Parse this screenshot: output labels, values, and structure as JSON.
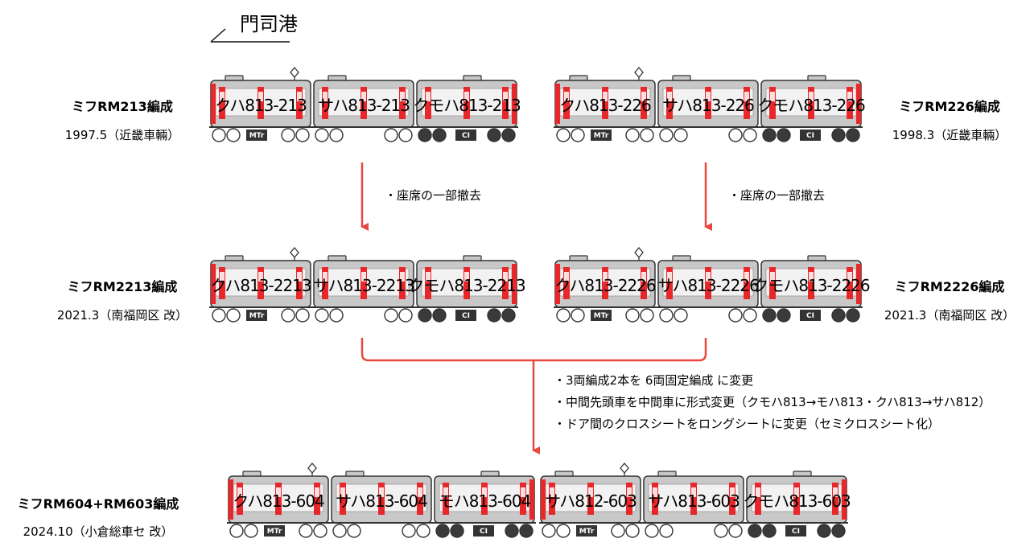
{
  "direction_label": "門司港",
  "colors": {
    "body": "#c8c8c8",
    "body_light": "#f2f2f2",
    "stripe": "#e8272b",
    "frame": "#333333",
    "arrow": "#e84840",
    "motor_wheel": "#3a3a3a"
  },
  "formations": [
    {
      "name": "ミフRM213編成",
      "sub": "1997.5（近畿車輛）",
      "cars": [
        {
          "number": "クハ813-213",
          "pantograph": false,
          "horn": true,
          "badge": "MTr",
          "wheels": "trailer"
        },
        {
          "number": "サハ813-213",
          "pantograph": false,
          "horn": false,
          "badge": "",
          "wheels": "trailer"
        },
        {
          "number": "クモハ813-213",
          "pantograph": true,
          "horn": false,
          "badge": "CI",
          "wheels": "motor"
        }
      ]
    },
    {
      "name": "ミフRM226編成",
      "sub": "1998.3（近畿車輛）",
      "cars": [
        {
          "number": "クハ813-226",
          "pantograph": false,
          "horn": true,
          "badge": "MTr",
          "wheels": "trailer"
        },
        {
          "number": "サハ813-226",
          "pantograph": false,
          "horn": false,
          "badge": "",
          "wheels": "trailer"
        },
        {
          "number": "クモハ813-226",
          "pantograph": true,
          "horn": false,
          "badge": "CI",
          "wheels": "motor"
        }
      ]
    },
    {
      "name": "ミフRM2213編成",
      "sub": "2021.3（南福岡区 改）",
      "cars": [
        {
          "number": "クハ813-2213",
          "pantograph": false,
          "horn": true,
          "badge": "MTr",
          "wheels": "trailer"
        },
        {
          "number": "サハ813-2213",
          "pantograph": false,
          "horn": false,
          "badge": "",
          "wheels": "trailer"
        },
        {
          "number": "クモハ813-2213",
          "pantograph": true,
          "horn": false,
          "badge": "CI",
          "wheels": "motor"
        }
      ]
    },
    {
      "name": "ミフRM2226編成",
      "sub": "2021.3（南福岡区 改）",
      "cars": [
        {
          "number": "クハ813-2226",
          "pantograph": false,
          "horn": true,
          "badge": "MTr",
          "wheels": "trailer"
        },
        {
          "number": "サハ813-2226",
          "pantograph": false,
          "horn": false,
          "badge": "",
          "wheels": "trailer"
        },
        {
          "number": "クモハ813-2226",
          "pantograph": true,
          "horn": false,
          "badge": "CI",
          "wheels": "motor"
        }
      ]
    },
    {
      "name": "ミフRM604+RM603編成",
      "sub": "2024.10（小倉総車セ 改）",
      "cars": [
        {
          "number": "クハ813-604",
          "pantograph": false,
          "horn": true,
          "badge": "MTr",
          "wheels": "trailer"
        },
        {
          "number": "サハ813-604",
          "pantograph": false,
          "horn": false,
          "badge": "",
          "wheels": "trailer"
        },
        {
          "number": "モハ813-604",
          "pantograph": true,
          "horn": false,
          "badge": "CI",
          "wheels": "motor"
        },
        {
          "number": "サハ812-603",
          "pantograph": false,
          "horn": true,
          "badge": "MTr",
          "wheels": "trailer"
        },
        {
          "number": "サハ813-603",
          "pantograph": false,
          "horn": false,
          "badge": "",
          "wheels": "trailer"
        },
        {
          "number": "クモハ813-603",
          "pantograph": true,
          "horn": false,
          "badge": "CI",
          "wheels": "motor"
        }
      ]
    }
  ],
  "notes": {
    "step1_left": "・座席の一部撤去",
    "step1_right": "・座席の一部撤去",
    "step2": [
      "・3両編成2本を 6両固定編成 に変更",
      "・中間先頭車を中間車に形式変更（クモハ813→モハ813・クハ813→サハ812）",
      "・ドア間のクロスシートをロングシートに変更（セミクロスシート化）"
    ]
  }
}
